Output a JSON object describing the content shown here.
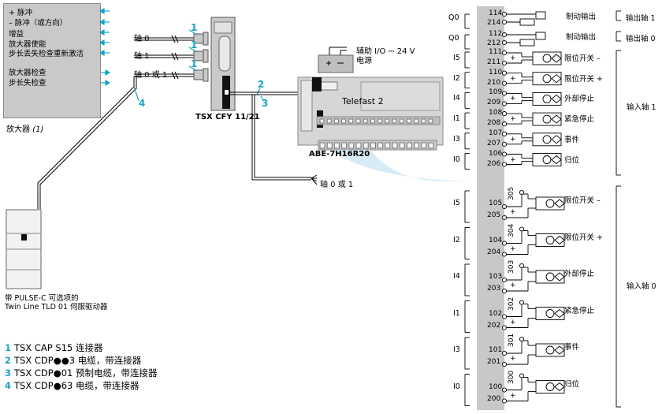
{
  "amplifier": {
    "signals": [
      "+ 脉冲",
      "– 脉冲（或方向）",
      "增益",
      "放大器使能",
      "步长丢失检查重新激活",
      "放大器检查",
      "步长失检查"
    ],
    "caption": "放大器",
    "caption_note": "(1)"
  },
  "axes_left": {
    "axis0": "轴 0",
    "axis1": "轴 1",
    "axis01": "轴 0 或 1"
  },
  "card": {
    "name": "TSX CFY 11/21"
  },
  "telefast": {
    "name": "ABE-7H16R20",
    "inner_label": "Telefast 2",
    "power_label_line1": "辅助 I/O ⎓ 24 V",
    "power_label_line2": "电源"
  },
  "cable_end_label": "轴 0 或 1",
  "callouts": {
    "c1a": "1",
    "c1b": "1",
    "c1c": "1",
    "c2": "2",
    "c3": "3",
    "c4": "4"
  },
  "servo": {
    "caption_line1": "带 PULSE-C 可选项的",
    "caption_line2": "Twin Line TLD 01 伺服驱动器"
  },
  "legend": [
    {
      "num": "1",
      "text": "TSX CAP S15 连接器"
    },
    {
      "num": "2",
      "text": "TSX CDP●●3 电缆，带连接器"
    },
    {
      "num": "3",
      "text": "TSX CDP●01 预制电缆，带连接器"
    },
    {
      "num": "4",
      "text": "TSX CDP●63 电缆，带连接器"
    }
  ],
  "wiring": {
    "outputs": [
      {
        "q": "Q0",
        "t_top": "114",
        "t_bot": "214",
        "label": "制动输出",
        "group": "输出轴 1"
      },
      {
        "q": "Q0",
        "t_top": "112",
        "t_bot": "212",
        "label": "制动输出",
        "group": "输出轴 0"
      }
    ],
    "inputs_axis1": [
      {
        "i": "I5",
        "t_top": "111",
        "t_bot": "211",
        "label": "限位开关 –"
      },
      {
        "i": "I2",
        "t_top": "110",
        "t_bot": "210",
        "label": "限位开关 +"
      },
      {
        "i": "I4",
        "t_top": "109",
        "t_bot": "209",
        "label": "外部停止"
      },
      {
        "i": "I1",
        "t_top": "108",
        "t_bot": "208",
        "label": "紧急停止"
      },
      {
        "i": "I3",
        "t_top": "107",
        "t_bot": "207",
        "label": "事件"
      },
      {
        "i": "I0",
        "t_top": "106",
        "t_bot": "206",
        "label": "归位"
      }
    ],
    "inputs_axis0": [
      {
        "i": "I5",
        "t_top": "105",
        "t_bot": "205",
        "t_side": "305",
        "label": "限位开关 –"
      },
      {
        "i": "I2",
        "t_top": "104",
        "t_bot": "204",
        "t_side": "304",
        "label": "限位开关 +"
      },
      {
        "i": "I4",
        "t_top": "103",
        "t_bot": "203",
        "t_side": "303",
        "label": "外部停止"
      },
      {
        "i": "I1",
        "t_top": "102",
        "t_bot": "202",
        "t_side": "302",
        "label": "紧急停止"
      },
      {
        "i": "I3",
        "t_top": "101",
        "t_bot": "201",
        "t_side": "301",
        "label": "事件"
      },
      {
        "i": "I0",
        "t_top": "100",
        "t_bot": "200",
        "t_side": "300",
        "label": "归位"
      }
    ],
    "group_axis1": "输入轴 1",
    "group_axis0": "输入轴 0",
    "plus_sign": "+"
  }
}
